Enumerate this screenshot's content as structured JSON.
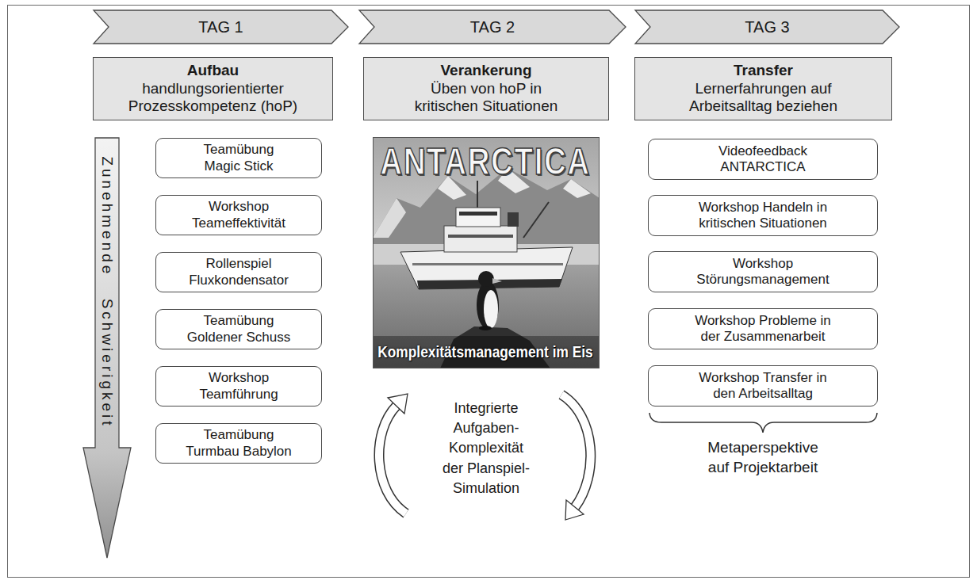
{
  "diagram": {
    "nodes": [
      {
        "text": [
          "TAG 1"
        ]
      },
      {
        "text": [
          "TAG 2"
        ]
      },
      {
        "text": [
          "TAG 3"
        ]
      },
      {
        "text": [
          "Aufbau",
          "handlungsorientierter Prozesskompetenz (hoP)"
        ]
      },
      {
        "text": [
          "Verankerung",
          "Üben von hoP in kritischen Situationen"
        ]
      },
      {
        "text": [
          "Transfer",
          "Lernerfahrungen auf Arbeitsalltag beziehen"
        ]
      },
      {
        "text": [
          "Zunehmende Schwierigkeit"
        ]
      },
      {
        "text": [
          "Teamübung Magic Stick"
        ]
      },
      {
        "text": [
          "Workshop Teameffektivität"
        ]
      },
      {
        "text": [
          "Rollenspiel Fluxkondensator"
        ]
      },
      {
        "text": [
          "Teamübung Goldener Schuss"
        ]
      },
      {
        "text": [
          "Workshop Teamführung"
        ]
      },
      {
        "text": [
          "Teamübung Turmbau Babylon"
        ]
      },
      {
        "text": [
          "Videofeedback ANTARCTICA"
        ]
      },
      {
        "text": [
          "Workshop Handeln in kritischen Situationen"
        ]
      },
      {
        "text": [
          "Workshop Störungsmanagement"
        ]
      },
      {
        "text": [
          "Workshop Probleme in der Zusammenarbeit"
        ]
      },
      {
        "text": [
          "Workshop Transfer in den Arbeitsalltag"
        ]
      }
    ],
    "labels": [
      "ANTARCTICA",
      "Komplexitätsmanagement im Eis",
      "Integrierte Aufgaben- Komplexität der Planspiel- Simulation",
      "Metaperspektive auf Projektarbeit"
    ]
  }
}
